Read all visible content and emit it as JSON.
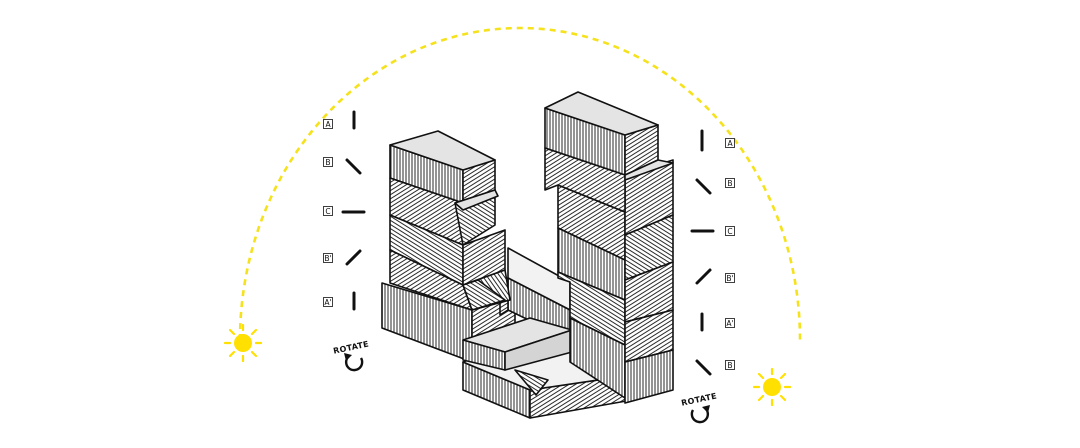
{
  "left_labels": [
    "A",
    "B",
    "C",
    "B'",
    "A'"
  ],
  "right_labels": [
    "A",
    "B",
    "C",
    "B'",
    "A'",
    "B"
  ],
  "rotate_left": "ROTATE",
  "rotate_right": "ROTATE",
  "colors": {
    "sun_path": "#f5e21c",
    "sun": "#ffe000",
    "outline": "#111111",
    "top_face": "#e4e4e4",
    "light_face": "#f2f2f2",
    "mid_face": "#d4d4d4",
    "ticks": "#111111"
  },
  "icons": [
    "sun-icon",
    "sun-icon",
    "rotate-left-icon",
    "rotate-right-icon"
  ]
}
